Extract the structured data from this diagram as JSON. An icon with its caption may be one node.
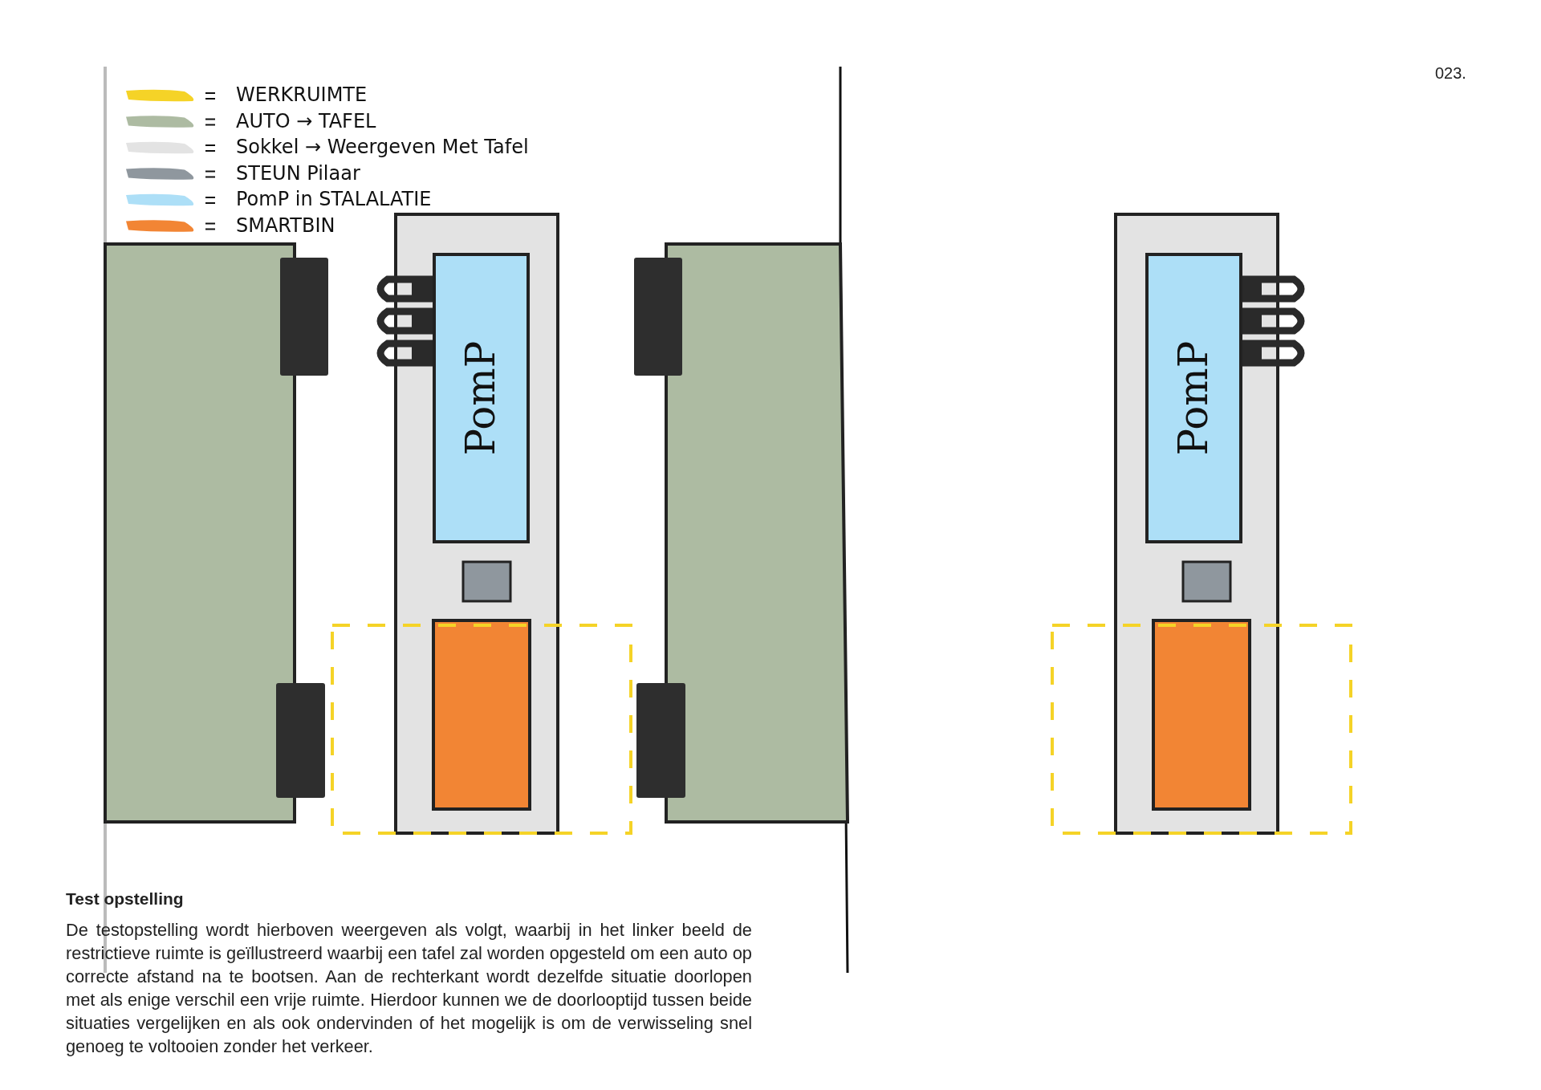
{
  "diagram": {
    "title": "Test opstelling",
    "caption": "De testopstelling wordt hierboven weergeven als volgt, waarbij in het linker beeld de restrictieve ruimte is geïllustreerd waarbij een tafel zal worden opgesteld om een auto op correcte afstand na te bootsen. Aan de rechterkant wordt dezelfde situatie doorlopen met als enige verschil een vrije ruimte. Hierdoor kunnen we de doorlooptijd tussen beide situaties vergelijken en als ook ondervinden of het mogelijk is om de verwisseling snel genoeg te voltooien zonder het verkeer.",
    "nodes": [
      {
        "text": [
          "PomP"
        ]
      },
      {
        "text": [
          "PomP"
        ]
      }
    ],
    "labels": [
      "023."
    ],
    "legend": [
      {
        "text": "WERKRUIMTE",
        "color": "#f5d327"
      },
      {
        "text": "AUTO → TAFEL",
        "color": "#adbba2"
      },
      {
        "text": "Sokkel → Weergeven Met Tafel",
        "color": "#e3e3e3"
      },
      {
        "text": "STEUN Pilaar",
        "color": "#8f979e"
      },
      {
        "text": "PomP in STALALATIE",
        "color": "#addff7"
      },
      {
        "text": "SMARTBIN",
        "color": "#f28534"
      }
    ]
  }
}
